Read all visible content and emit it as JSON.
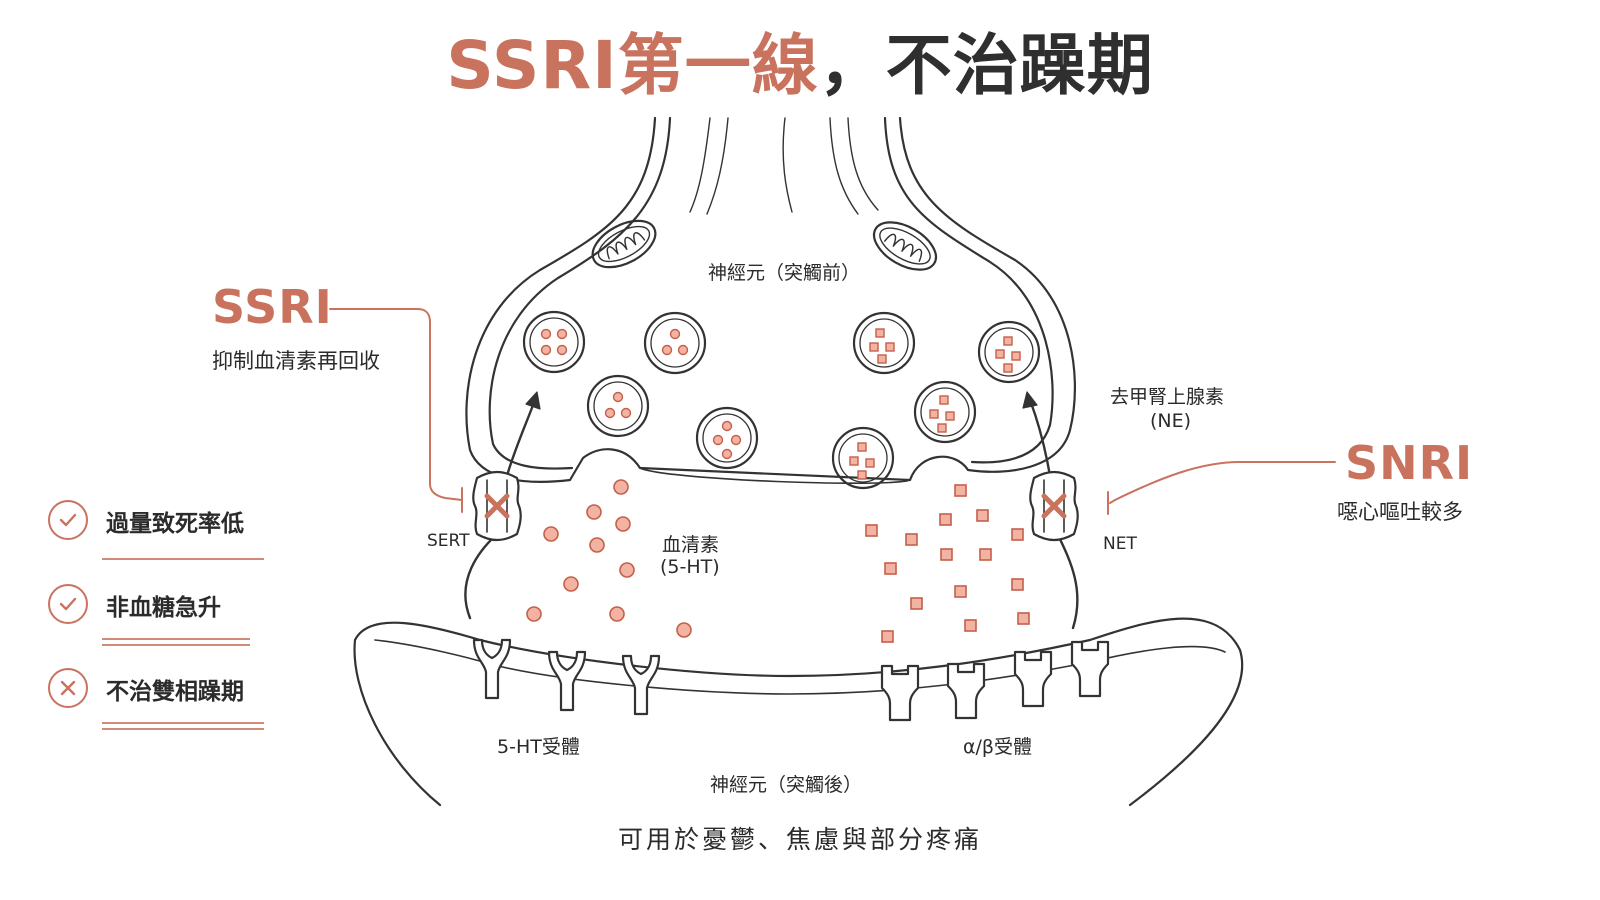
{
  "title": {
    "accent": "SSRI第一線",
    "dark": "，不治躁期"
  },
  "labels": {
    "presynaptic": "神經元（突觸前）",
    "postsynaptic": "神經元（突觸後）",
    "serotonin": "血清素",
    "serotonin_abbr": "(5-HT)",
    "norepinephrine": "去甲腎上腺素",
    "norepinephrine_abbr": "(NE)",
    "sert": "SERT",
    "net": "NET",
    "receptor_5ht": "5-HT受體",
    "receptor_ab": "α/β受體"
  },
  "ssri": {
    "name": "SSRI",
    "desc": "抑制血清素再回收"
  },
  "snri": {
    "name": "SNRI",
    "desc": "噁心嘔吐較多"
  },
  "checklist": [
    {
      "status": "check",
      "text": "過量致死率低"
    },
    {
      "status": "check",
      "text": "非血糖急升"
    },
    {
      "status": "cross",
      "text": "不治雙相躁期"
    }
  ],
  "footer": "可用於憂鬱、焦慮與部分疼痛",
  "colors": {
    "accent": "#c9735f",
    "particle_fill": "#f2b3a3",
    "particle_stroke": "#c45f4a",
    "line": "#333333"
  }
}
